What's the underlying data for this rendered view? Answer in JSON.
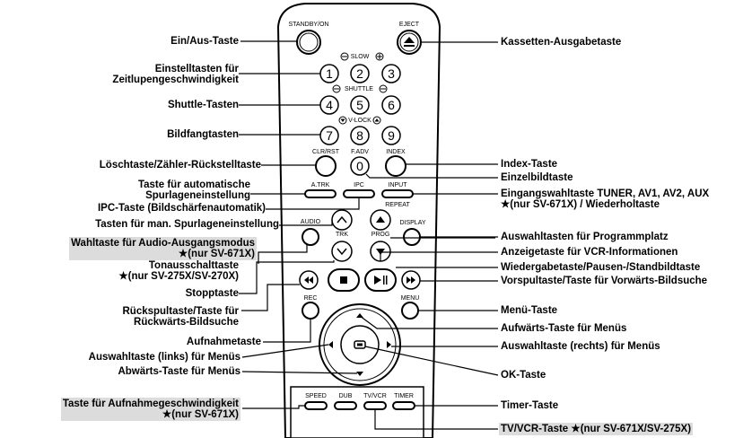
{
  "remote": {
    "standby_label": "STANDBY/ON",
    "eject_label": "EJECT",
    "slow_label": "SLOW",
    "shuttle_label": "SHUTTLE",
    "vlock_label": "V-LOCK",
    "digits": [
      "1",
      "2",
      "3",
      "4",
      "5",
      "6",
      "7",
      "8",
      "9",
      "0"
    ],
    "clr_label": "CLR/RST",
    "fadv_label": "F.ADV",
    "index_label": "INDEX",
    "atrk_label": "A.TRK",
    "ipc_label": "IPC",
    "input_label": "INPUT",
    "repeat_label": "REPEAT",
    "audio_label": "AUDIO",
    "trk_label": "TRK",
    "prog_label": "PROG",
    "display_label": "DISPLAY",
    "rec_label": "REC",
    "menu_label": "MENU",
    "speed_label": "SPEED",
    "dub_label": "DUB",
    "tvvcr_label": "TV/VCR",
    "timer_label": "TIMER"
  },
  "left_labels": {
    "power": "Ein/Aus-Taste",
    "slow_1": "Einstelltasten für",
    "slow_2": "Zeitlupengeschwindigkeit",
    "shuttle": "Shuttle-Tasten",
    "vlock": "Bildfangtasten",
    "clear": "Löschtaste/Zähler-Rückstelltaste",
    "atrk_1": "Taste für automatische",
    "atrk_2": "Spurlageneinstellung",
    "ipc": "IPC-Taste (Bildschärfenautomatik)",
    "trk": "Tasten für man. Spurlageneinstellung",
    "audio_1": "Wahltaste für Audio-Ausgangsmodus",
    "audio_2": "★(nur SV-671X)",
    "mute_1": "Tonausschalttaste",
    "mute_2": "★(nur SV-275X/SV-270X)",
    "stop": "Stopptaste",
    "rew_1": "Rückspultaste/Taste für",
    "rew_2": "Rückwärts-Bildsuche",
    "rec": "Aufnahmetaste",
    "sel_left": "Auswahltaste (links) für Menüs",
    "down": "Abwärts-Taste für Menüs",
    "speed_1": "Taste für Aufnahmegeschwindigkeit",
    "speed_2": "★(nur SV-671X)"
  },
  "right_labels": {
    "eject": "Kassetten-Ausgabetaste",
    "index": "Index-Taste",
    "fadv": "Einzelbildtaste",
    "input_1": "Eingangswahltaste TUNER, AV1, AV2, AUX",
    "input_2": "★(nur SV-671X) / Wiederholtaste",
    "prog": "Auswahltasten für Programmplatz",
    "display": "Anzeigetaste für VCR-Informationen",
    "play": "Wiedergabetaste/Pausen-/Standbildtaste",
    "ff": "Vorspultaste/Taste für Vorwärts-Bildsuche",
    "menu": "Menü-Taste",
    "up": "Aufwärts-Taste für Menüs",
    "sel_right": "Auswahltaste (rechts) für Menüs",
    "ok": "OK-Taste",
    "timer": "Timer-Taste",
    "tvvcr": "TV/VCR-Taste ★(nur SV-671X/SV-275X)"
  }
}
